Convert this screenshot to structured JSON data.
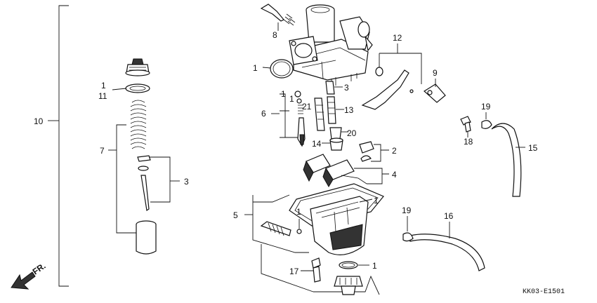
{
  "labels": {
    "l10": "10",
    "l1a": "1",
    "l11": "11",
    "l7": "7",
    "l3a": "3",
    "l8": "8",
    "l1b": "1",
    "l1c": "1",
    "l1d": "1",
    "l21": "21",
    "l6": "6",
    "l3b": "3",
    "l13": "13",
    "l20": "20",
    "l14": "14",
    "l2": "2",
    "l4": "4",
    "l12": "12",
    "l9": "9",
    "l19a": "19",
    "l18": "18",
    "l15": "15",
    "l5": "5",
    "l1e": "1",
    "l1f": "1",
    "l19b": "19",
    "l16": "16",
    "l17": "17",
    "l1g": "1"
  },
  "direction": "FR.",
  "diagram_code": "KK03-E1501",
  "icons": {
    "front_arrow": "arrow-down-left-icon"
  }
}
